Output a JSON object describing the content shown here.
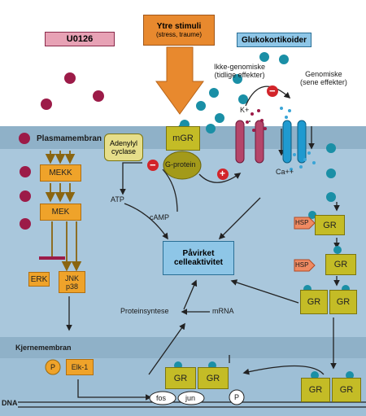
{
  "labels": {
    "u0126": "U0126",
    "stimuli_title": "Ytre stimuli",
    "stimuli_sub": "(stress, traume)",
    "gluko": "Glukokortikoider",
    "nongenomic_1": "Ikke-genomiske",
    "nongenomic_2": "(tidlige effekter)",
    "genomic_1": "Genomiske",
    "genomic_2": "(sene effekter)",
    "plasmamembran": "Plasmamembran",
    "mekk": "MEKK",
    "mek": "MEK",
    "erk": "ERK",
    "jnk": "JNK",
    "p38": "p38",
    "adenylyl_1": "Adenylyl",
    "adenylyl_2": "cyclase",
    "mgr": "mGR",
    "gprotein": "G-protein",
    "minus": "−",
    "plus": "+",
    "k_plus": "K+",
    "ca": "Ca++",
    "atp": "ATP",
    "camp": "cAMP",
    "effect_1": "Påvirket",
    "effect_2": "celleaktivitet",
    "hsp": "HSP",
    "gr": "GR",
    "proteinsyntese": "Proteinsyntese",
    "mrna": "mRNA",
    "kjernemembran": "Kjernemembran",
    "p": "P",
    "elk1": "Elk-1",
    "fos": "fos",
    "jun": "jun",
    "dna": "DNA"
  },
  "colors": {
    "cell_bg": "#a9c7dc",
    "membrane": "#8fb1c8",
    "nucleus": "#9ebfd6",
    "orange_box": "#efa32a",
    "olive": "#c4bc26",
    "teal_dot": "#1a8fa6",
    "crimson_dot": "#9c1b48",
    "pink_label": "#e7a2b5",
    "blue_label": "#8ec6e7",
    "red_sign": "#d2242a",
    "stimuli_arrow": "#e8892e"
  }
}
